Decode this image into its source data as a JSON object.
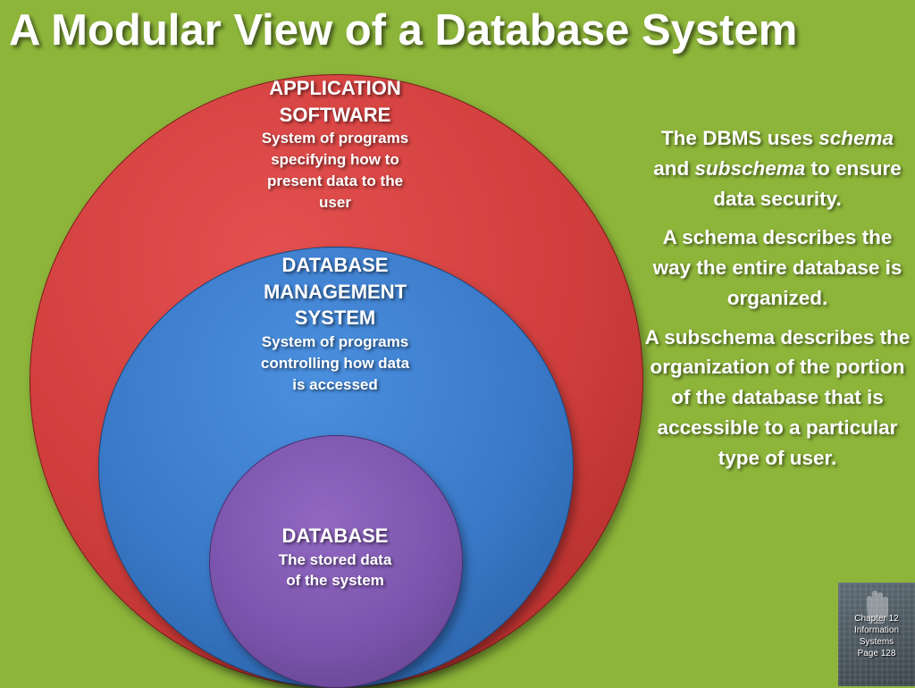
{
  "title": "A Modular View of a Database System",
  "layers": {
    "application": {
      "heading_line1": "APPLICATION",
      "heading_line2": "SOFTWARE",
      "desc_line1": "System of programs",
      "desc_line2": "specifying how to",
      "desc_line3": "present data to the",
      "desc_line4": "user",
      "color": "#cf3e3c"
    },
    "dbms": {
      "heading_line1": "DATABASE",
      "heading_line2": "MANAGEMENT",
      "heading_line3": "SYSTEM",
      "desc_line1": "System of programs",
      "desc_line2": "controlling how data",
      "desc_line3": "is accessed",
      "color": "#3a79c8"
    },
    "database": {
      "heading": "DATABASE",
      "desc_line1": "The stored data",
      "desc_line2": "of the system",
      "color": "#7b55ad"
    }
  },
  "notes": {
    "p1_pre": "The DBMS uses ",
    "p1_em1": "schema",
    "p1_mid": " and ",
    "p1_em2": "subschema",
    "p1_post": " to ensure data security.",
    "p2": "A schema describes the way the entire database is organized.",
    "p3": "A subschema describes the organization of the portion of the database that is accessible to a particular type of user."
  },
  "badge": {
    "line1": "Chapter 12",
    "line2": "Information",
    "line3": "Systems",
    "line4": "Page 128"
  },
  "colors": {
    "background": "#8db53a",
    "text": "#ffffff"
  }
}
